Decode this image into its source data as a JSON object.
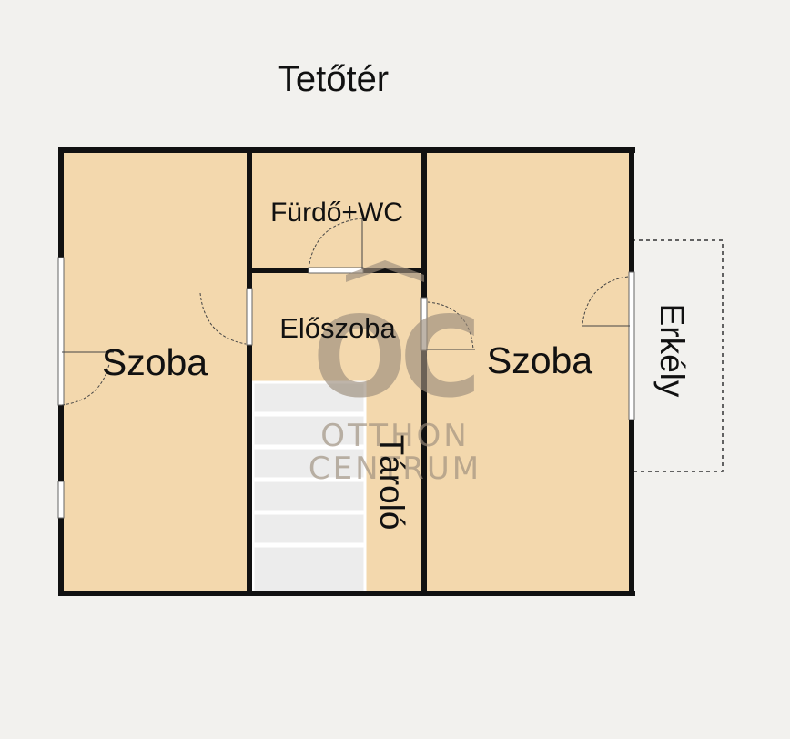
{
  "title": "Tetőtér",
  "rooms": {
    "left_room": "Szoba",
    "bathroom": "Fürdő+WC",
    "hall": "Előszoba",
    "right_room": "Szoba",
    "storage": "Tároló",
    "balcony": "Erkély"
  },
  "watermark": {
    "logo": "OC",
    "line1": "OTTHON",
    "line2": "CENTRUM"
  },
  "colors": {
    "background": "#f2f1ee",
    "room_fill": "#f3d8ad",
    "wall": "#111111",
    "stairs": "#e6e6e6",
    "watermark": "#9c8d7c"
  }
}
